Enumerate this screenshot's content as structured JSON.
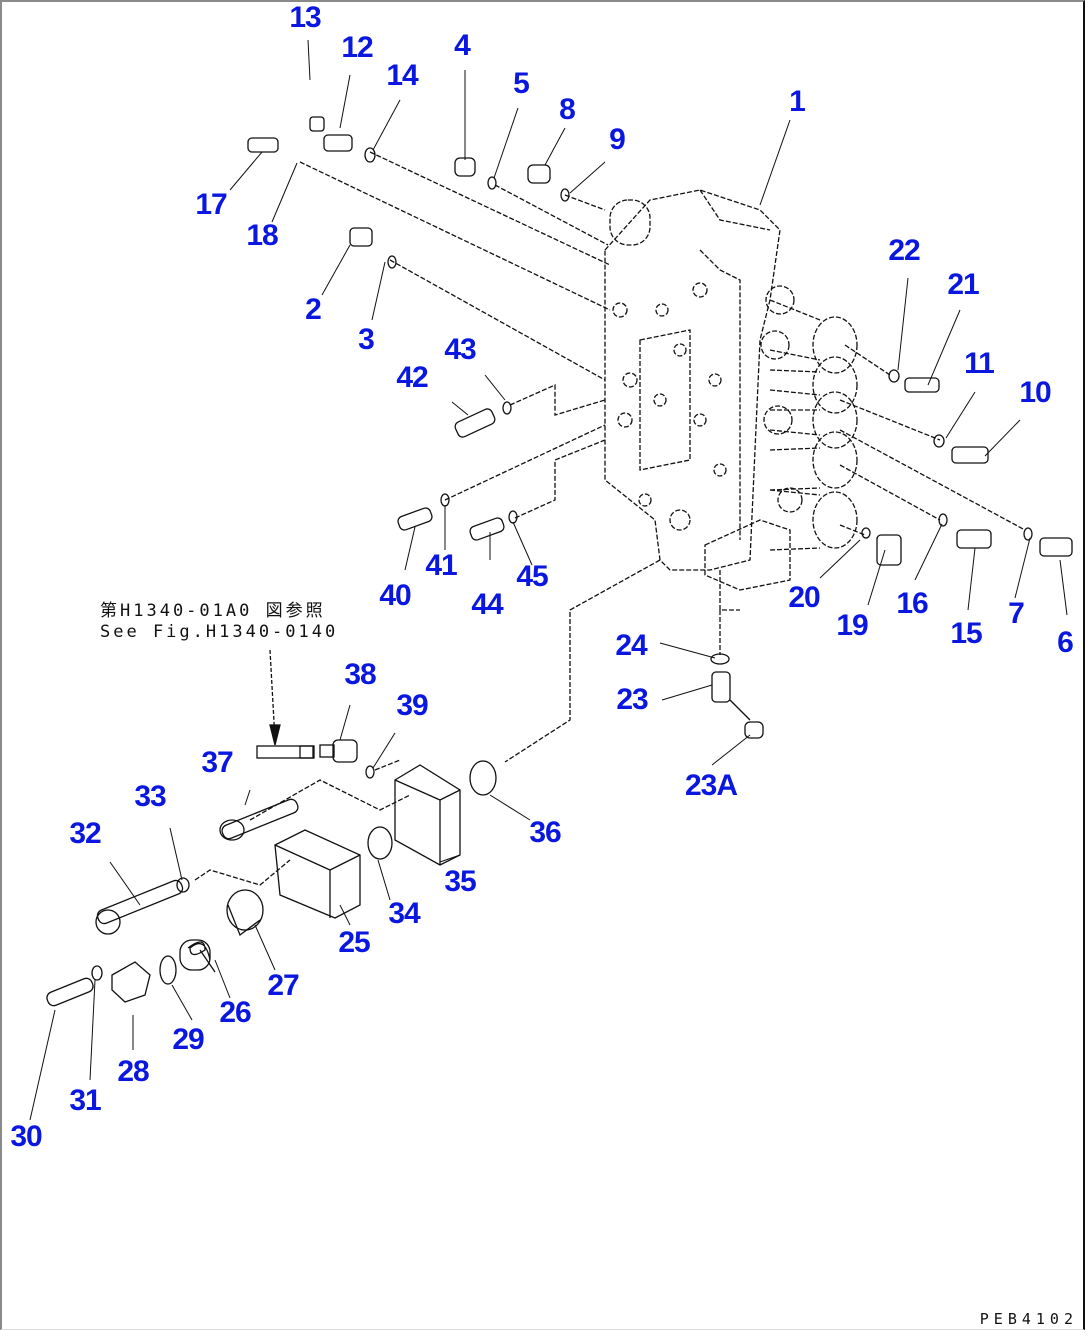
{
  "drawing": {
    "code": "PEB4102",
    "reference_jp": "第H1340-01A0 図参照",
    "reference_en": "See Fig.H1340-0140",
    "callout_color": "#0a17e0",
    "callouts": [
      {
        "label": "13"
      },
      {
        "label": "12"
      },
      {
        "label": "14"
      },
      {
        "label": "4"
      },
      {
        "label": "5"
      },
      {
        "label": "8"
      },
      {
        "label": "9"
      },
      {
        "label": "1"
      },
      {
        "label": "17"
      },
      {
        "label": "18"
      },
      {
        "label": "2"
      },
      {
        "label": "3"
      },
      {
        "label": "43"
      },
      {
        "label": "42"
      },
      {
        "label": "22"
      },
      {
        "label": "21"
      },
      {
        "label": "11"
      },
      {
        "label": "10"
      },
      {
        "label": "40"
      },
      {
        "label": "41"
      },
      {
        "label": "44"
      },
      {
        "label": "45"
      },
      {
        "label": "20"
      },
      {
        "label": "19"
      },
      {
        "label": "16"
      },
      {
        "label": "15"
      },
      {
        "label": "7"
      },
      {
        "label": "6"
      },
      {
        "label": "24"
      },
      {
        "label": "23"
      },
      {
        "label": "23A"
      },
      {
        "label": "38"
      },
      {
        "label": "39"
      },
      {
        "label": "37"
      },
      {
        "label": "33"
      },
      {
        "label": "32"
      },
      {
        "label": "36"
      },
      {
        "label": "35"
      },
      {
        "label": "34"
      },
      {
        "label": "25"
      },
      {
        "label": "27"
      },
      {
        "label": "26"
      },
      {
        "label": "29"
      },
      {
        "label": "28"
      },
      {
        "label": "31"
      },
      {
        "label": "30"
      }
    ]
  }
}
